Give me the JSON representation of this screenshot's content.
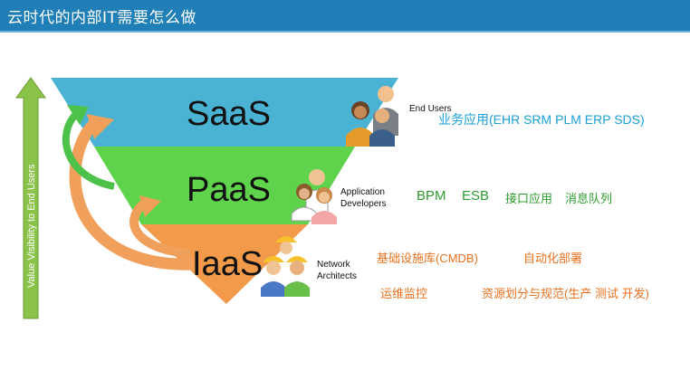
{
  "header": {
    "title": "云时代的内部IT需要怎么做"
  },
  "axis": {
    "label": "Value Visibility to End Users"
  },
  "layers": [
    {
      "name": "SaaS",
      "color": "#4ab3d4"
    },
    {
      "name": "PaaS",
      "color": "#5fd34b"
    },
    {
      "name": "IaaS",
      "display": "IaaS",
      "color": "#f29a4a"
    }
  ],
  "roles": {
    "end_users": "End Users",
    "app_developers": "Application Developers",
    "network_architects": "Network Architects"
  },
  "descriptions": {
    "saas": "业务应用(EHR SRM PLM ERP SDS)",
    "paas_items": [
      "BPM",
      "ESB",
      "接口应用",
      "消息队列"
    ],
    "iaas_items": [
      "基础设施库(CMDB)",
      "自动化部署",
      "运维监控",
      "资源划分与规范(生产 测试 开发)"
    ]
  },
  "colors": {
    "header": "#1f7fb6",
    "saas_text": "#1a9fd6",
    "paas_text": "#2e9b2e",
    "iaas_text": "#e7711f",
    "arrow_axis": "#8bc34a"
  }
}
